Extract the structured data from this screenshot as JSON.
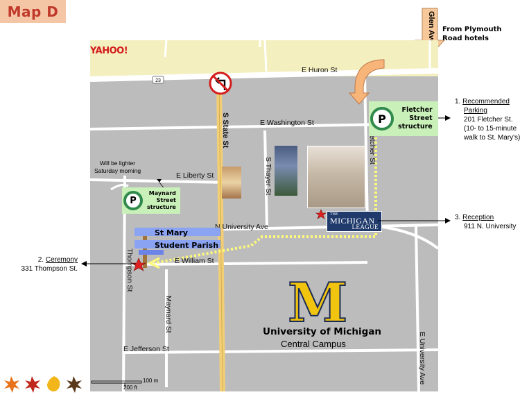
{
  "title": "Map D",
  "map": {
    "provider_logo": "YAHOO!",
    "highway_shield": "23",
    "streets": {
      "huron": "E Huron St",
      "washington": "E Washington St",
      "liberty": "E Liberty St",
      "n_university": "N University Ave",
      "william": "E William St",
      "jefferson": "E Jefferson St",
      "state": "S State St",
      "thayer": "S Thayer St",
      "fletcher": "Fletcher St",
      "thompson": "Thompson St",
      "maynard": "Maynard St",
      "e_university": "E University Ave",
      "glen": "Glen Ave"
    },
    "parking": {
      "fletcher": {
        "symbol": "P",
        "line1": "Fletcher",
        "line2": "Street",
        "line3": "structure"
      },
      "maynard": {
        "symbol": "P",
        "line1": "Maynard",
        "line2": "Street",
        "line3": "structure"
      }
    },
    "parish": {
      "line1": "St Mary",
      "line2": "Student Parish"
    },
    "league": {
      "the": "THE",
      "name": "MICHIGAN",
      "name2": "LEAGUE"
    },
    "university": {
      "logo": "M",
      "name": "University of Michigan",
      "campus": "Central Campus"
    },
    "scale": {
      "metric": "100 m",
      "imperial": "200 ft"
    }
  },
  "annotations": {
    "from_hotels": {
      "line1": "From Plymouth",
      "line2": "Road hotels"
    },
    "maynard_note": {
      "line1": "Will be lighter",
      "line2": "Saturday morning"
    },
    "parking_note": {
      "num": "1.",
      "label": "Recommended",
      "label2": "Parking",
      "address": "201 Fletcher St.",
      "detail1": "(10- to 15-minute",
      "detail2": "walk to St. Mary's)"
    },
    "ceremony_note": {
      "num": "2.",
      "label": "Ceremony",
      "address": "331 Thompson St."
    },
    "reception_note": {
      "num": "3.",
      "label": "Reception",
      "address": "911 N. University"
    }
  },
  "colors": {
    "title_bg": "#f5c6a5",
    "title_text": "#c0392b",
    "map_bg": "#bcbcbc",
    "north_block": "#f4efbf",
    "road": "#ffffff",
    "state_street": "#f2cf76",
    "parking_bg": "#c9f0b9",
    "parking_ring": "#2f8a4c",
    "route": "#fffb7a",
    "arrow_orange": "#f7b57a",
    "star": "#e02020",
    "league": "#1f3a6b",
    "parish_box": "#8aa3f2",
    "m_yellow": "#f1c40f",
    "m_blue": "#1b2a55"
  },
  "icons": [
    "no-left-turn-icon",
    "highway-shield-icon",
    "parking-icon",
    "star-icon",
    "cross-icon",
    "arrow-down-icon",
    "arrow-turn-icon",
    "leaf-icon",
    "scale-bar-icon"
  ]
}
